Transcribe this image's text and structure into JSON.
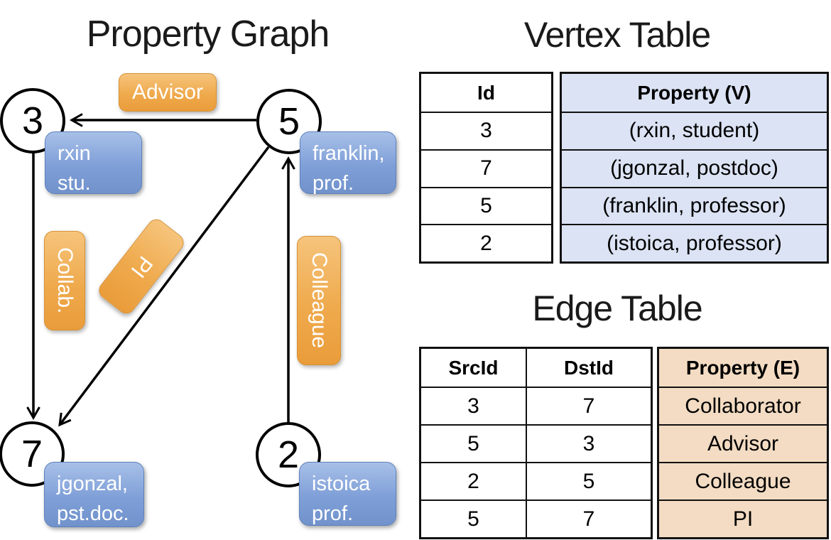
{
  "graph": {
    "title": "Property Graph",
    "nodes": [
      {
        "id": "3"
      },
      {
        "id": "5"
      },
      {
        "id": "7"
      },
      {
        "id": "2"
      }
    ],
    "edges": [
      {
        "src": "5",
        "dst": "3",
        "label": "Advisor"
      },
      {
        "src": "3",
        "dst": "7",
        "label": "Collab."
      },
      {
        "src": "5",
        "dst": "7",
        "label": "PI"
      },
      {
        "src": "2",
        "dst": "5",
        "label": "Colleague"
      }
    ],
    "vertex_boxes": [
      {
        "line1": "rxin",
        "line2": "stu."
      },
      {
        "line1": "franklin,",
        "line2": "prof."
      },
      {
        "line1": "jgonzal,",
        "line2": "pst.doc."
      },
      {
        "line1": "istoica",
        "line2": "prof."
      }
    ]
  },
  "vertex_table": {
    "title": "Vertex Table",
    "columns": {
      "id": "Id",
      "property": "Property (V)"
    },
    "rows": [
      {
        "id": "3",
        "property": "(rxin, student)"
      },
      {
        "id": "7",
        "property": "(jgonzal, postdoc)"
      },
      {
        "id": "5",
        "property": "(franklin, professor)"
      },
      {
        "id": "2",
        "property": "(istoica, professor)"
      }
    ]
  },
  "edge_table": {
    "title": "Edge Table",
    "columns": {
      "src": "SrcId",
      "dst": "DstId",
      "property": "Property (E)"
    },
    "rows": [
      {
        "src": "3",
        "dst": "7",
        "property": "Collaborator"
      },
      {
        "src": "5",
        "dst": "3",
        "property": "Advisor"
      },
      {
        "src": "2",
        "dst": "5",
        "property": "Colleague"
      },
      {
        "src": "5",
        "dst": "7",
        "property": "PI"
      }
    ]
  },
  "colors": {
    "edge_label_orange": "#ec9f3d",
    "vertex_box_blue": "#7b9dd6",
    "vertex_property_bg": "#dbe3f4",
    "edge_property_bg": "#f3dcc3",
    "line_black": "#000000"
  }
}
